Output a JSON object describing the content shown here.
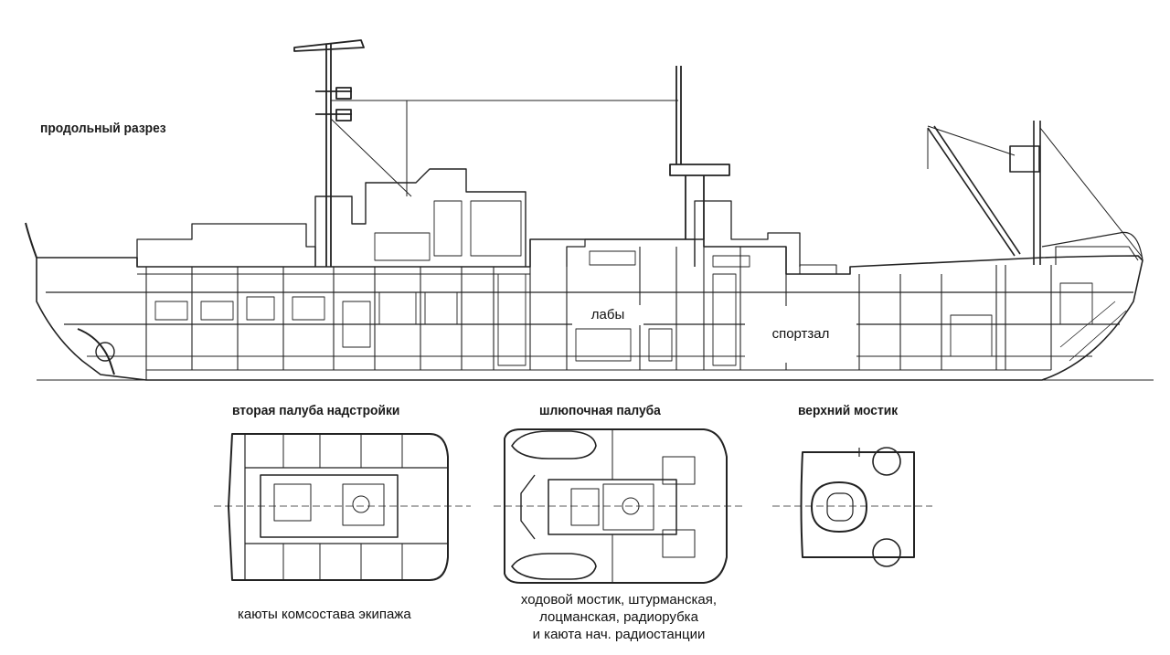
{
  "headings": {
    "longitudinal_section": "продольный разрез",
    "second_superstructure_deck": "вторая палуба надстройки",
    "boat_deck": "шлюпочная палуба",
    "upper_bridge": "верхний мостик"
  },
  "labels": {
    "labs": "лабы",
    "gym": "спортзал",
    "crew_cabins": "каюты комсостава экипажа",
    "bridge_rooms": [
      "ходовой мостик, штурманская,",
      "лоцманская, радиорубка",
      "и каюта нач. радиостанции"
    ]
  },
  "colors": {
    "line": "#222222",
    "background": "#ffffff"
  }
}
